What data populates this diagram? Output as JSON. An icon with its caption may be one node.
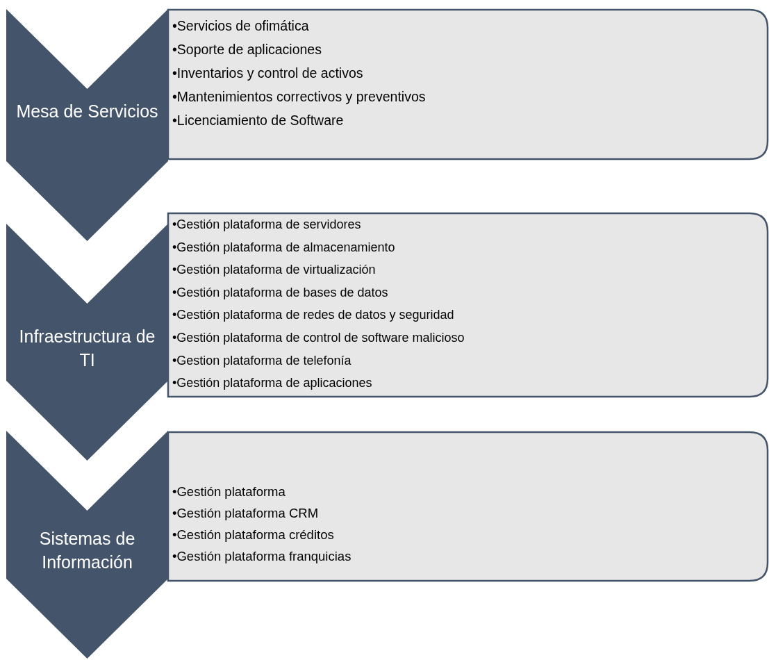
{
  "diagram": {
    "nodes": [
      {
        "text": [
          "Mesa de Servicios"
        ]
      },
      {
        "text": [
          "•Servicios de ofimática",
          "•Soporte de aplicaciones",
          "•Inventarios y control de activos",
          "•Mantenimientos correctivos y preventivos",
          "•Licenciamiento de Software"
        ]
      },
      {
        "text": [
          "Infraestructura de TI"
        ]
      },
      {
        "text": [
          "•Gestión plataforma de servidores",
          "•Gestión plataforma de almacenamiento",
          "•Gestión plataforma de virtualización",
          "•Gestión plataforma de bases de datos",
          "•Gestión plataforma de redes de datos y seguridad",
          "•Gestión plataforma de control de software malicioso",
          "•Gestion plataforma de telefonía",
          "•Gestión plataforma de aplicaciones"
        ]
      },
      {
        "text": [
          "Sistemas de Información"
        ]
      },
      {
        "text": [
          "•Gestión plataforma",
          "•Gestión plataforma CRM",
          "•Gestión plataforma créditos",
          "•Gestión plataforma franquicias"
        ]
      }
    ]
  }
}
